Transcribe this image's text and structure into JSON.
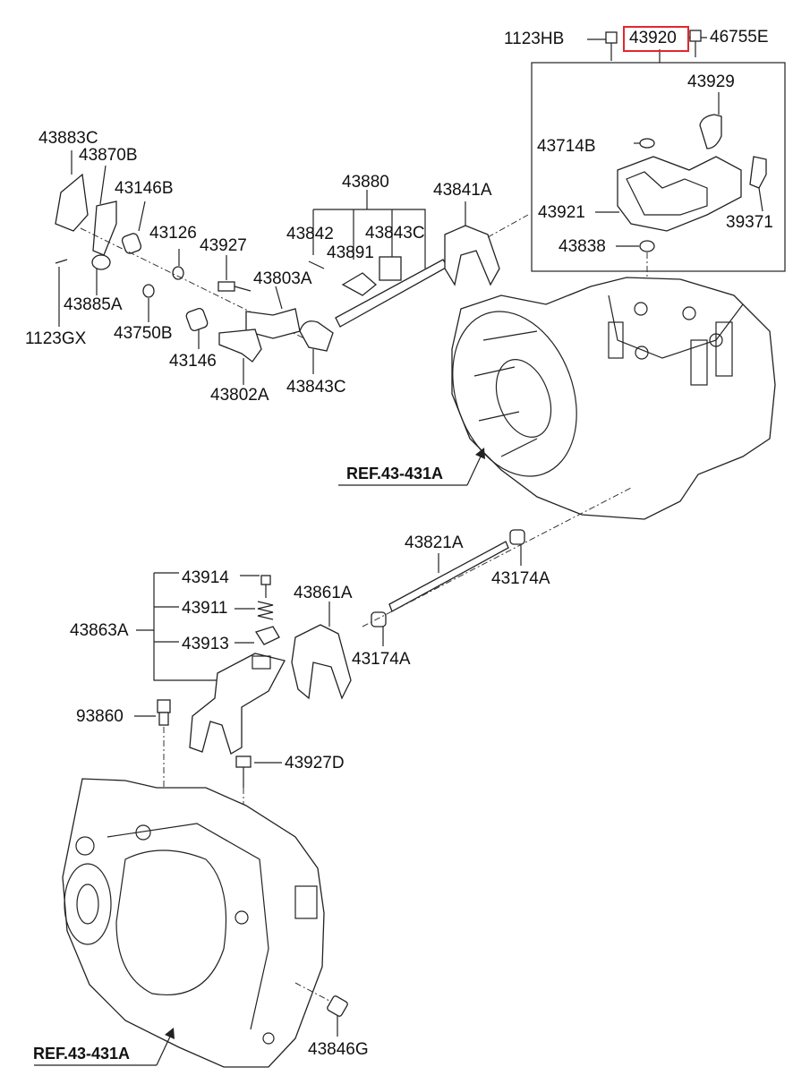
{
  "accent": "#e0282d",
  "selected_part": "43920",
  "labels": {
    "p1123HB": "1123HB",
    "p43920": "43920",
    "p46755E": "46755E",
    "p43929": "43929",
    "p43714B": "43714B",
    "p43921": "43921",
    "p39371": "39371",
    "p43838": "43838",
    "p43883C": "43883C",
    "p43870B": "43870B",
    "p43146B": "43146B",
    "p43126": "43126",
    "p43927": "43927",
    "p43880": "43880",
    "p43841A": "43841A",
    "p43842": "43842",
    "p43843C_top": "43843C",
    "p43891": "43891",
    "p43803A": "43803A",
    "p43885A": "43885A",
    "p1123GX": "1123GX",
    "p43750B": "43750B",
    "p43146": "43146",
    "p43802A": "43802A",
    "p43843C_bot": "43843C",
    "p43821A": "43821A",
    "p43174A_right": "43174A",
    "p43914": "43914",
    "p43861A": "43861A",
    "p43911": "43911",
    "p43863A": "43863A",
    "p43913": "43913",
    "p43174A_mid": "43174A",
    "p93860": "93860",
    "p43927D": "43927D",
    "p43846G": "43846G"
  },
  "refs": {
    "upper": "REF.43-431A",
    "lower": "REF.43-431A"
  }
}
